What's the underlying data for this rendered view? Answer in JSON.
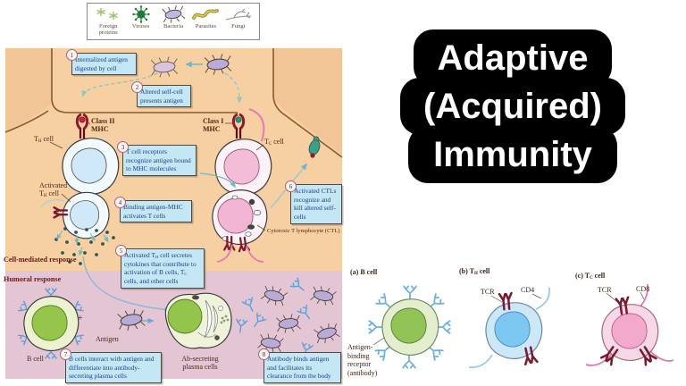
{
  "title": {
    "line1": "Adaptive",
    "line2": "(Acquired)",
    "line3": "Immunity"
  },
  "legend": {
    "items": [
      {
        "label": "Foreign proteins"
      },
      {
        "label": "Viruses"
      },
      {
        "label": "Bacteria"
      },
      {
        "label": "Parasites"
      },
      {
        "label": "Fungi"
      }
    ]
  },
  "steps": [
    {
      "num": "1",
      "text": "Internalized antigen digested by cell"
    },
    {
      "num": "2",
      "text": "Altered self-cell presents antigen"
    },
    {
      "num": "3",
      "text": "T cell receptors recognize antigen bound to MHC molecules"
    },
    {
      "num": "4",
      "text": "Binding antigen-MHC activates T cells"
    },
    {
      "num": "5",
      "text": "Activated T~H~ cell secretes cytokines that contribute to activation of B cells, T~C~ cells, and other cells"
    },
    {
      "num": "6",
      "text": "Activated CTLs recognize and kill altered self-cells"
    },
    {
      "num": "7",
      "text": "B cells interact with antigen and differentiate into antibody-secreting plasma cells"
    },
    {
      "num": "8",
      "text": "Antibody binds antigen and facilitates its clearance from the body"
    }
  ],
  "labels": {
    "class_ii_mhc": "Class II\nMHC",
    "class_i_mhc": "Class I\nMHC",
    "th_cell": "T~H~ cell",
    "tc_cell": "T~C~ cell",
    "activated_th": "Activated\nT~H~ cell",
    "ctl": "Cytotoxic T lymphocyte (CTL)",
    "cell_mediated": "Cell-mediated response",
    "humoral": "Humoral response",
    "b_cell": "B cell",
    "plus": "+",
    "antigen": "Antigen",
    "plasma": "Ab-secreting\nplasma cells"
  },
  "cells_panel": {
    "a_caption": "(a) B cell",
    "a_receptor": "Antigen-binding receptor (antibody)",
    "b_caption": "(b) T~H~ cell",
    "b_tcr": "TCR",
    "b_cd": "CD4",
    "c_caption": "(c) T~C~ cell",
    "c_tcr": "TCR",
    "c_cd": "CD8"
  },
  "colors": {
    "cell_mediated_bg": "#f6cfa2",
    "humoral_bg": "#e4c5d3",
    "step_box_bg": "#c5e6f3",
    "step_text_blue": "#1d3f8f",
    "title_bg": "#000000",
    "title_text": "#ffffff",
    "antibody_blue": "#5aa0dc",
    "receptor_maroon": "#7a1a30",
    "membrane_brown": "#8a5a30"
  }
}
